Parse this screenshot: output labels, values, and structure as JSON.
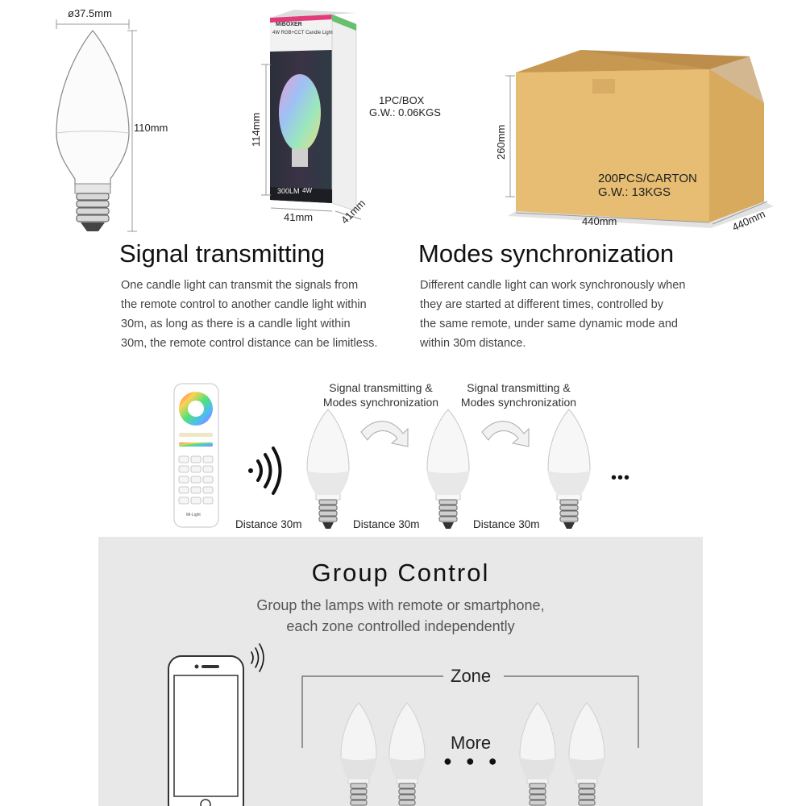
{
  "product_dims": {
    "bulb_diameter": "ø37.5mm",
    "bulb_height": "110mm",
    "box_height": "114mm",
    "box_width": "41mm",
    "box_depth": "41mm",
    "box_info_line1": "1PC/BOX",
    "box_info_line2": "G.W.: 0.06KGS",
    "carton_height": "260mm",
    "carton_width": "440mm",
    "carton_depth": "440mm",
    "carton_info_line1": "200PCS/CARTON",
    "carton_info_line2": "G.W.: 13KGS"
  },
  "box_print": {
    "brand": "MiBOXER",
    "model": "4W RGB+CCT Candle Light",
    "lumen": "300LM",
    "power": "4W"
  },
  "signal": {
    "title": "Signal transmitting",
    "text": [
      "One candle light can transmit the signals from",
      "the remote control to another candle light within",
      "30m, as long as there is a candle light within",
      "30m, the remote control distance can be limitless."
    ]
  },
  "modes": {
    "title": "Modes synchronization",
    "text": [
      "Different candle light can work synchronously when",
      "they are started at different times, controlled by",
      "the same remote, under same dynamic mode and",
      "within 30m distance."
    ]
  },
  "chain": {
    "caption_line1": "Signal transmitting &",
    "caption_line2": "Modes synchronization",
    "distance": "Distance 30m",
    "ellipsis": "•••",
    "remote_brand": "Mi-Light"
  },
  "group": {
    "title": "Group Control",
    "subtitle_line1": "Group the lamps with remote or smartphone,",
    "subtitle_line2": "each zone controlled independently",
    "zone_label": "Zone",
    "more_label": "More",
    "dots": "● ● ●"
  },
  "colors": {
    "carton": "#e2b86a",
    "gray_panel": "#e8e8e8"
  }
}
